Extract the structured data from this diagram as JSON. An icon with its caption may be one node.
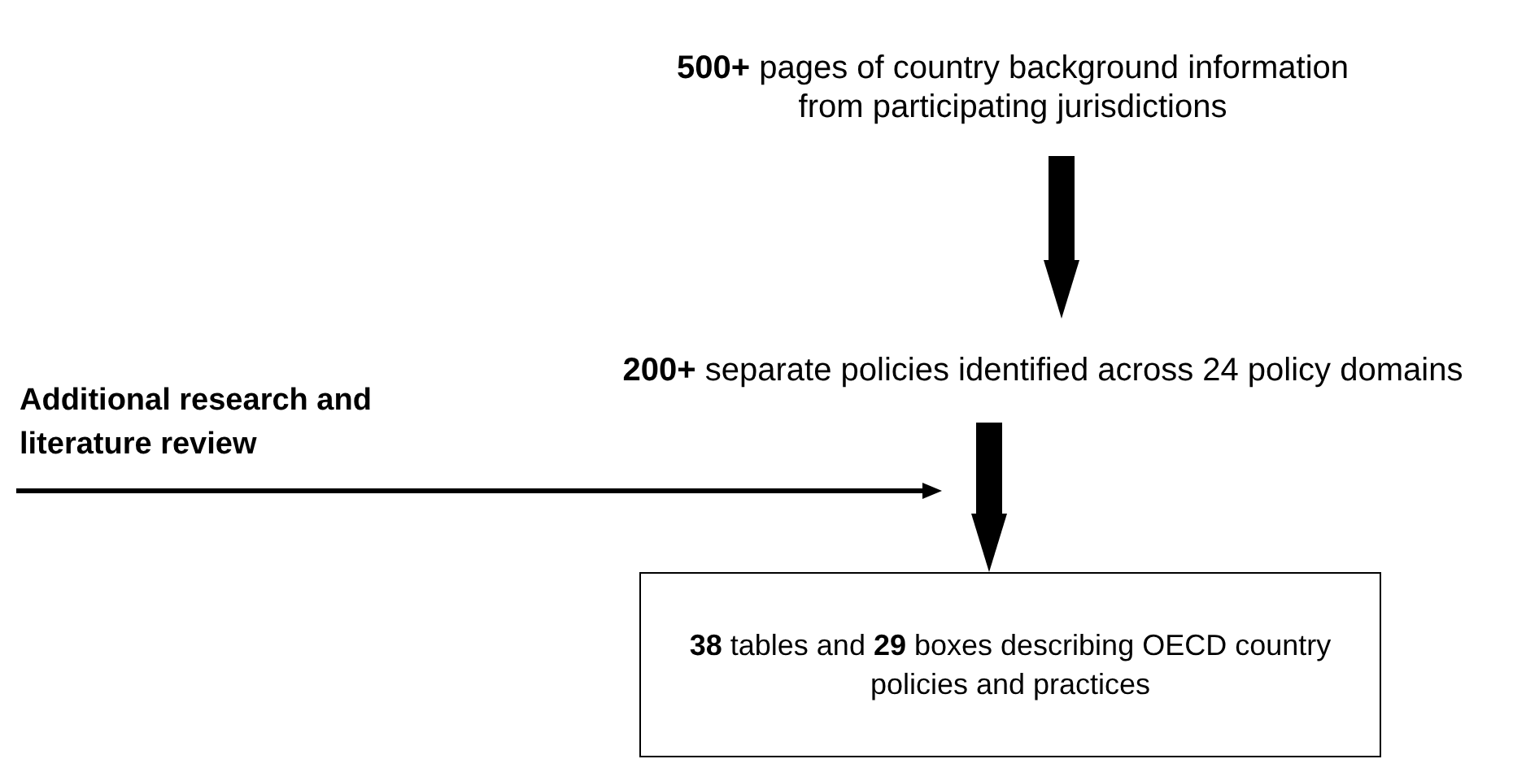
{
  "diagram": {
    "nodes": [
      {
        "text": [
          "**500+** pages of country background information from participating jurisdictions"
        ]
      },
      {
        "text": [
          "**200+** separate policies identified across 24 policy domains"
        ]
      },
      {
        "text": [
          "Additional research and literature review"
        ]
      },
      {
        "text": [
          "**38** tables and **29** boxes describing OECD country policies and practices"
        ]
      }
    ],
    "edges": [
      {
        "from": 0,
        "to": 1,
        "arrow": "to"
      },
      {
        "from": 1,
        "to": 3,
        "arrow": "to"
      },
      {
        "from": 2,
        "to": null,
        "arrow": "to"
      }
    ]
  }
}
